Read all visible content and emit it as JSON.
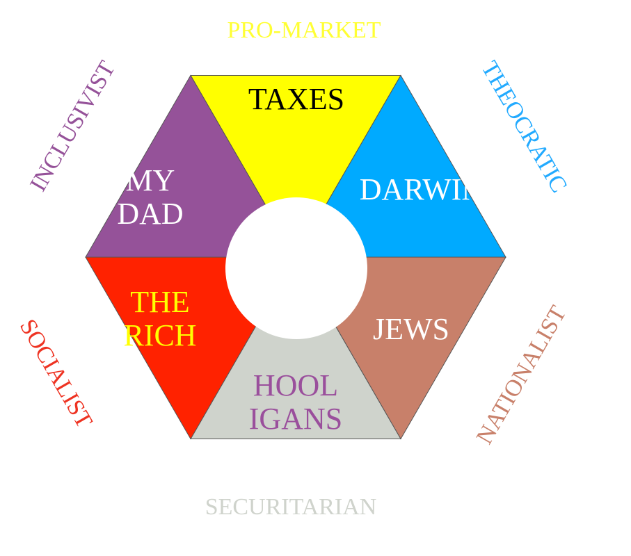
{
  "segments": [
    {
      "id": "taxes",
      "lines": [
        "TAXES"
      ],
      "fill": "#ffff00",
      "text_color": "#000000"
    },
    {
      "id": "darwin",
      "lines": [
        "DARWIN"
      ],
      "fill": "#00aaff",
      "text_color": "#ffffff"
    },
    {
      "id": "jews",
      "lines": [
        "JEWS"
      ],
      "fill": "#c8806a",
      "text_color": "#ffffff"
    },
    {
      "id": "hooligans",
      "lines": [
        "HOOL",
        "IGANS"
      ],
      "fill": "#cfd3cc",
      "text_color": "#9a4f9c"
    },
    {
      "id": "the-rich",
      "lines": [
        "THE",
        "RICH"
      ],
      "fill": "#ff2200",
      "text_color": "#ffff00"
    },
    {
      "id": "my-dad",
      "lines": [
        "MY",
        "DAD"
      ],
      "fill": "#955299",
      "text_color": "#ffffff"
    }
  ],
  "outer_labels": [
    {
      "id": "pro-market",
      "text": "PRO-MARKET",
      "color": "#ffff33"
    },
    {
      "id": "theocratic",
      "text": "THEOCRATIC",
      "color": "#22aaff"
    },
    {
      "id": "nationalist",
      "text": "NATIONALIST",
      "color": "#c8806a"
    },
    {
      "id": "securitarian",
      "text": "SECURITARIAN",
      "color": "#cfd3cc"
    },
    {
      "id": "socialist",
      "text": "SOCIALIST",
      "color": "#ee3322"
    },
    {
      "id": "inclusivist",
      "text": "INCLUSIVIST",
      "color": "#955299"
    }
  ],
  "colors": {
    "background": "#ffffff",
    "divider": "#555555",
    "center_hole": "#ffffff"
  }
}
